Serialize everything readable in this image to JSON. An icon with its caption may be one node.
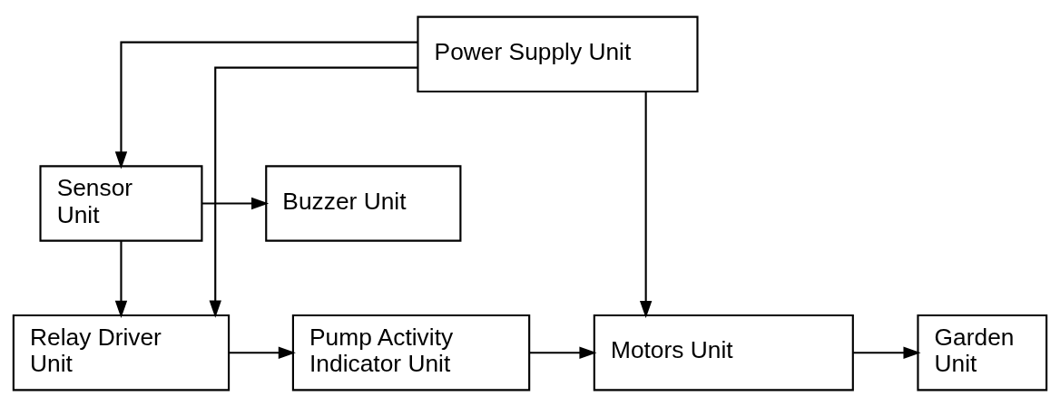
{
  "diagram": {
    "nodes": [
      {
        "text": [
          "Power Supply Unit"
        ]
      },
      {
        "text": [
          "Sensor Unit"
        ]
      },
      {
        "text": [
          "Buzzer Unit"
        ]
      },
      {
        "text": [
          "Relay Driver Unit"
        ]
      },
      {
        "text": [
          "Pump Activity Indicator Unit"
        ]
      },
      {
        "text": [
          "Motors Unit"
        ]
      },
      {
        "text": [
          "Garden Unit"
        ]
      }
    ],
    "edges": [
      {
        "from": 0,
        "to": 5,
        "arrow": "to"
      },
      {
        "from": 0,
        "to": 1,
        "arrow": "to"
      },
      {
        "from": 0,
        "to": 3,
        "arrow": "to"
      },
      {
        "from": 1,
        "to": 2,
        "arrow": "to"
      },
      {
        "from": 1,
        "to": 3,
        "arrow": "to"
      },
      {
        "from": 3,
        "to": 4,
        "arrow": "to"
      },
      {
        "from": 4,
        "to": 5,
        "arrow": "to"
      },
      {
        "from": 5,
        "to": 6,
        "arrow": "to"
      }
    ]
  }
}
